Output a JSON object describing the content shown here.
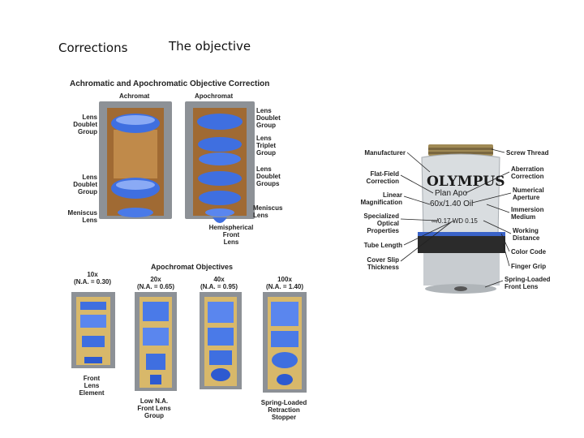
{
  "headings": {
    "left": "Corrections",
    "right": "The objective"
  },
  "top_diagram": {
    "title": "Achromatic and Apochromatic Objective Correction",
    "achromat_label": "Achromat",
    "apochromat_label": "Apochromat",
    "labels_left": [
      "Lens",
      "Doublet",
      "Group",
      "Lens",
      "Doublet",
      "Group",
      "Meniscus",
      "Lens"
    ],
    "labels_right": [
      "Lens",
      "Doublet",
      "Group",
      "Lens",
      "Triplet",
      "Group",
      "Lens",
      "Doublet",
      "Groups",
      "Meniscus",
      "Lens"
    ],
    "bottom_label": [
      "Hemispherical",
      "Front",
      "Lens"
    ]
  },
  "bottom_diagram": {
    "title": "Apochromat Objectives",
    "objectives": [
      {
        "mag": "10x",
        "na": "(N.A. = 0.30)"
      },
      {
        "mag": "20x",
        "na": "(N.A. = 0.65)"
      },
      {
        "mag": "40x",
        "na": "(N.A. = 0.95)"
      },
      {
        "mag": "100x",
        "na": "(N.A. = 1.40)"
      }
    ],
    "callouts": {
      "front_lens": [
        "Front",
        "Lens",
        "Element"
      ],
      "low_na": [
        "Low N.A.",
        "Front Lens",
        "Group"
      ],
      "spring": [
        "Spring-Loaded",
        "Retraction",
        "Stopper"
      ]
    }
  },
  "objective_photo": {
    "brand": "OLYMPUS",
    "line1": "Plan Apo",
    "line2": "60x/1.40 Oil",
    "line3": "∞/0.17 WD 0.15",
    "left_labels": [
      [
        "Manufacturer"
      ],
      [
        "Flat-Field",
        "Correction"
      ],
      [
        "Linear",
        "Magnification"
      ],
      [
        "Specialized",
        "Optical",
        "Properties"
      ],
      [
        "Tube Length"
      ],
      [
        "Cover Slip",
        "Thickness"
      ]
    ],
    "right_labels": [
      [
        "Screw Thread"
      ],
      [
        "Aberration",
        "Correction"
      ],
      [
        "Numerical",
        "Aperture"
      ],
      [
        "Immersion",
        "Medium"
      ],
      [
        "Working",
        "Distance"
      ],
      [
        "Color Code"
      ],
      [
        "Finger Grip"
      ],
      [
        "Spring-Loaded",
        "Front Lens"
      ]
    ]
  },
  "colors": {
    "lens_blue": "#3f6fe0",
    "brass": "#c8a050",
    "steel": "#9aa0a6",
    "amber": "#a86a2c"
  }
}
